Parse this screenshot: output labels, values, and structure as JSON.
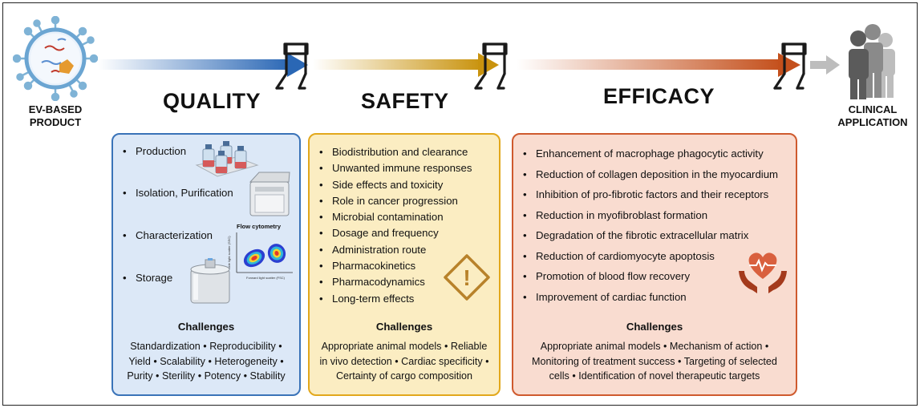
{
  "left_label": "EV-BASED\nPRODUCT",
  "right_label": "CLINICAL\nAPPLICATION",
  "stages": {
    "quality": {
      "title": "QUALITY",
      "items": [
        "Production",
        "Isolation, Purification",
        "Characterization",
        "Storage"
      ],
      "flow_label": "Flow cytometry",
      "flow_xlabel": "Forward light scatter (FSC)",
      "flow_ylabel": "Side light scatter (SSC)",
      "challenges_title": "Challenges",
      "challenges_lines": [
        "Standardization • Reproducibility •",
        "Yield • Scalability • Heterogeneity •",
        "Purity • Sterility • Potency • Stability"
      ]
    },
    "safety": {
      "title": "SAFETY",
      "items": [
        "Biodistribution and clearance",
        "Unwanted immune responses",
        "Side effects and toxicity",
        "Role in cancer progression",
        "Microbial contamination",
        "Dosage and frequency",
        "Administration route",
        "Pharmacokinetics",
        "Pharmacodynamics",
        "Long-term effects"
      ],
      "warning_glyph": "!",
      "challenges_title": "Challenges",
      "challenges_lines": [
        "Appropriate animal models • Reliable",
        "in vivo detection • Cardiac specificity •",
        "Certainty of cargo composition"
      ]
    },
    "efficacy": {
      "title": "EFFICACY",
      "items": [
        "Enhancement of macrophage phagocytic activity",
        "Reduction of collagen deposition in the myocardium",
        "Inhibition of pro-fibrotic factors and their receptors",
        "Reduction in myofibroblast formation",
        "Degradation of the fibrotic extracellular matrix",
        "Reduction of cardiomyocyte apoptosis",
        "Promotion of blood flow recovery",
        "Improvement of cardiac function"
      ],
      "challenges_title": "Challenges",
      "challenges_lines": [
        "Appropriate animal models • Mechanism of action •",
        "Monitoring of treatment success • Targeting of selected",
        "cells • Identification of novel therapeutic targets"
      ]
    }
  },
  "colors": {
    "quality_arrow": "#2a67b5",
    "safety_arrow": "#c9930e",
    "efficacy_arrow": "#c4501c",
    "quality_box": "#dce8f7",
    "safety_box": "#fbedc2",
    "efficacy_box": "#f9dcd0",
    "hurdle": "#1a1a1a"
  },
  "icons": [
    "ev-particle-icon",
    "hurdle-icon",
    "bioreactor-icon",
    "centrifuge-icon",
    "flow-cytometry-plot-icon",
    "cryo-storage-icon",
    "warning-icon",
    "heart-hands-icon",
    "people-icon"
  ]
}
